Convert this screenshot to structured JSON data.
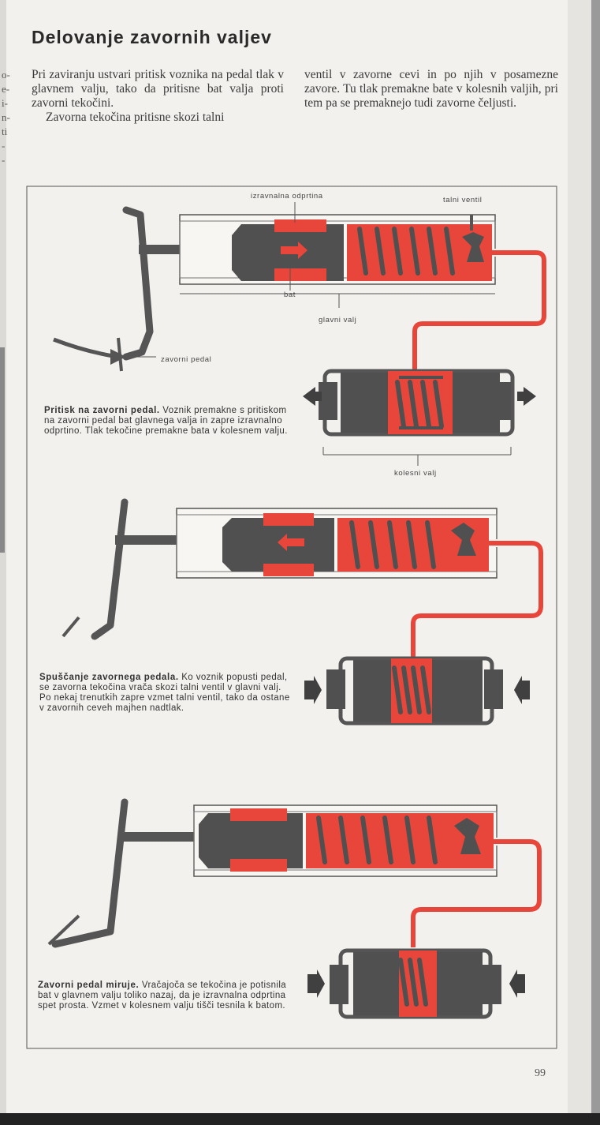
{
  "title": "Delovanje zavornih valjev",
  "intro": {
    "col1_p1": "Pri zaviranju ustvari pritisk voznika na pedal tlak v glavnem valju, tako da pritisne bat valja proti zavorni tekočini.",
    "col1_p2": "Zavorna tekočina pritisne skozi talni",
    "col2": "ventil v zavorne cevi in po njih v posamezne zavore. Tu tlak premakne bate v kolesnih valjih, pri tem pa se premaknejo tudi zavorne čeljusti."
  },
  "labels": {
    "izravnalna_odprtina": "izravnalna odprtina",
    "talni_ventil": "talni ventil",
    "bat": "bat",
    "glavni_valj": "glavni valj",
    "zavorni_pedal": "zavorni pedal",
    "kolesni_valj": "kolesni valj"
  },
  "captions": [
    {
      "title": "Pritisk na zavorni pedal.",
      "text": "Voznik premakne s pritiskom na zavorni pedal bat glavnega valja in zapre izravnalno odprtino. Tlak tekočine premakne bata v kolesnem valju."
    },
    {
      "title": "Spuščanje zavornega pedala.",
      "text": "Ko voznik popusti pedal, se zavorna tekočina vrača skozi talni ventil v glavni valj. Po nekaj trenutkih zapre vzmet talni ventil, tako da ostane v zavornih ceveh majhen nadtlak."
    },
    {
      "title": "Zavorni pedal miruje.",
      "text": "Vračajoča se tekočina je potisnila bat v glavnem valju toliko nazaj, da je izravnalna odprtina spet prosta. Vzmet v kolesnem valju tišči tesnila k batom."
    }
  ],
  "spine_letters": [
    "o-",
    "e-",
    "i-",
    "n-",
    "ti",
    "-",
    "-"
  ],
  "page_number": "99",
  "colors": {
    "fluid": "#e8463a",
    "metal": "#505050",
    "frame": "#444444",
    "paper": "#f3f1ee",
    "ink": "#2a2a2a"
  }
}
